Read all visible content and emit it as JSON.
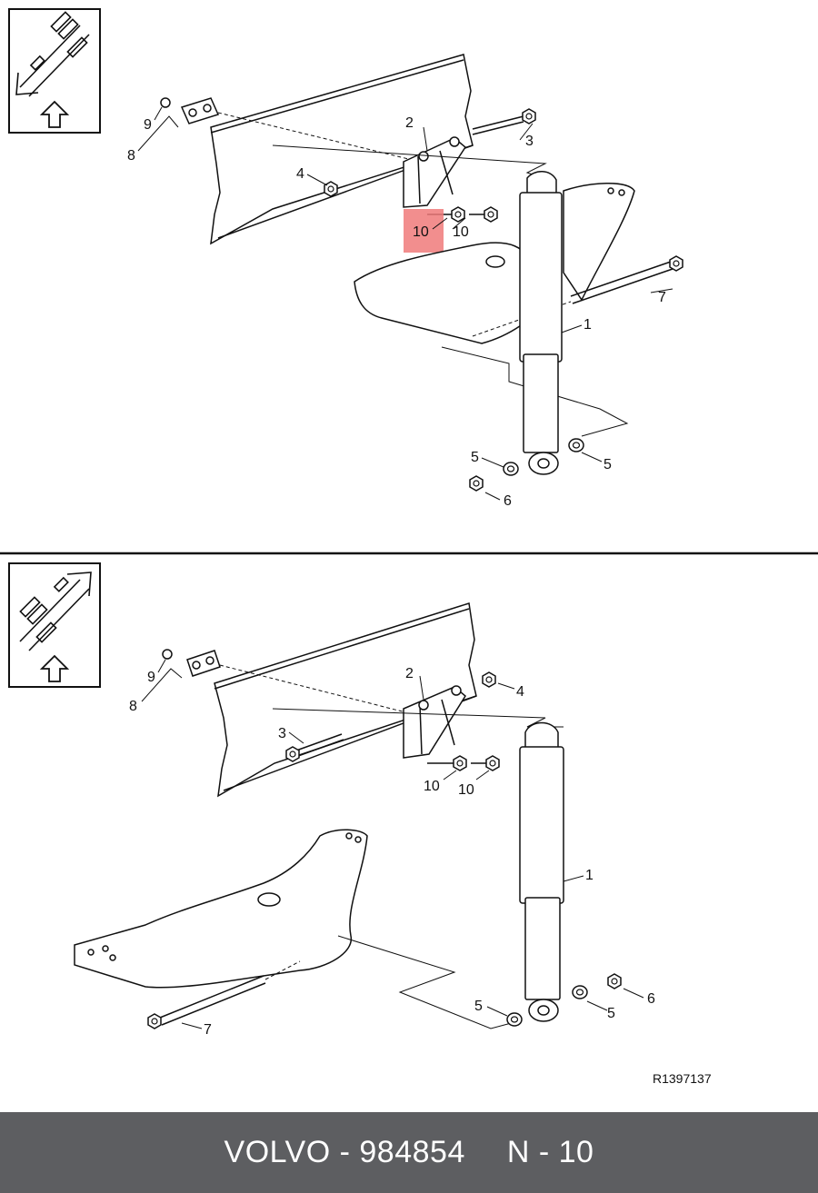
{
  "colors": {
    "footer_bg": "#5d5e61",
    "footer_text": "#ffffff",
    "highlight": "#f07a7a",
    "line": "#111111"
  },
  "top_view": {
    "direction_icon": "arrow-down-left-icon",
    "labels": {
      "shock_absorber": "1",
      "bracket": "2",
      "bolt": "3",
      "nut": "4",
      "washer_left": "5",
      "washer_right": "5",
      "nut_lower": "6",
      "long_bolt": "7",
      "plate": "8",
      "small_nut": "9",
      "screw_highlighted": "10",
      "screw": "10"
    }
  },
  "bottom_view": {
    "direction_icon": "arrow-up-right-icon",
    "labels": {
      "shock_absorber": "1",
      "bracket": "2",
      "bolt": "3",
      "nut": "4",
      "washer_left": "5",
      "washer_right": "5",
      "nut_lower": "6",
      "long_bolt": "7",
      "plate": "8",
      "small_nut": "9",
      "screw_a": "10",
      "screw_b": "10"
    }
  },
  "reference": "R1397137",
  "footer": {
    "brand_part": "VOLVO - 984854",
    "position_code": "N - 10"
  }
}
